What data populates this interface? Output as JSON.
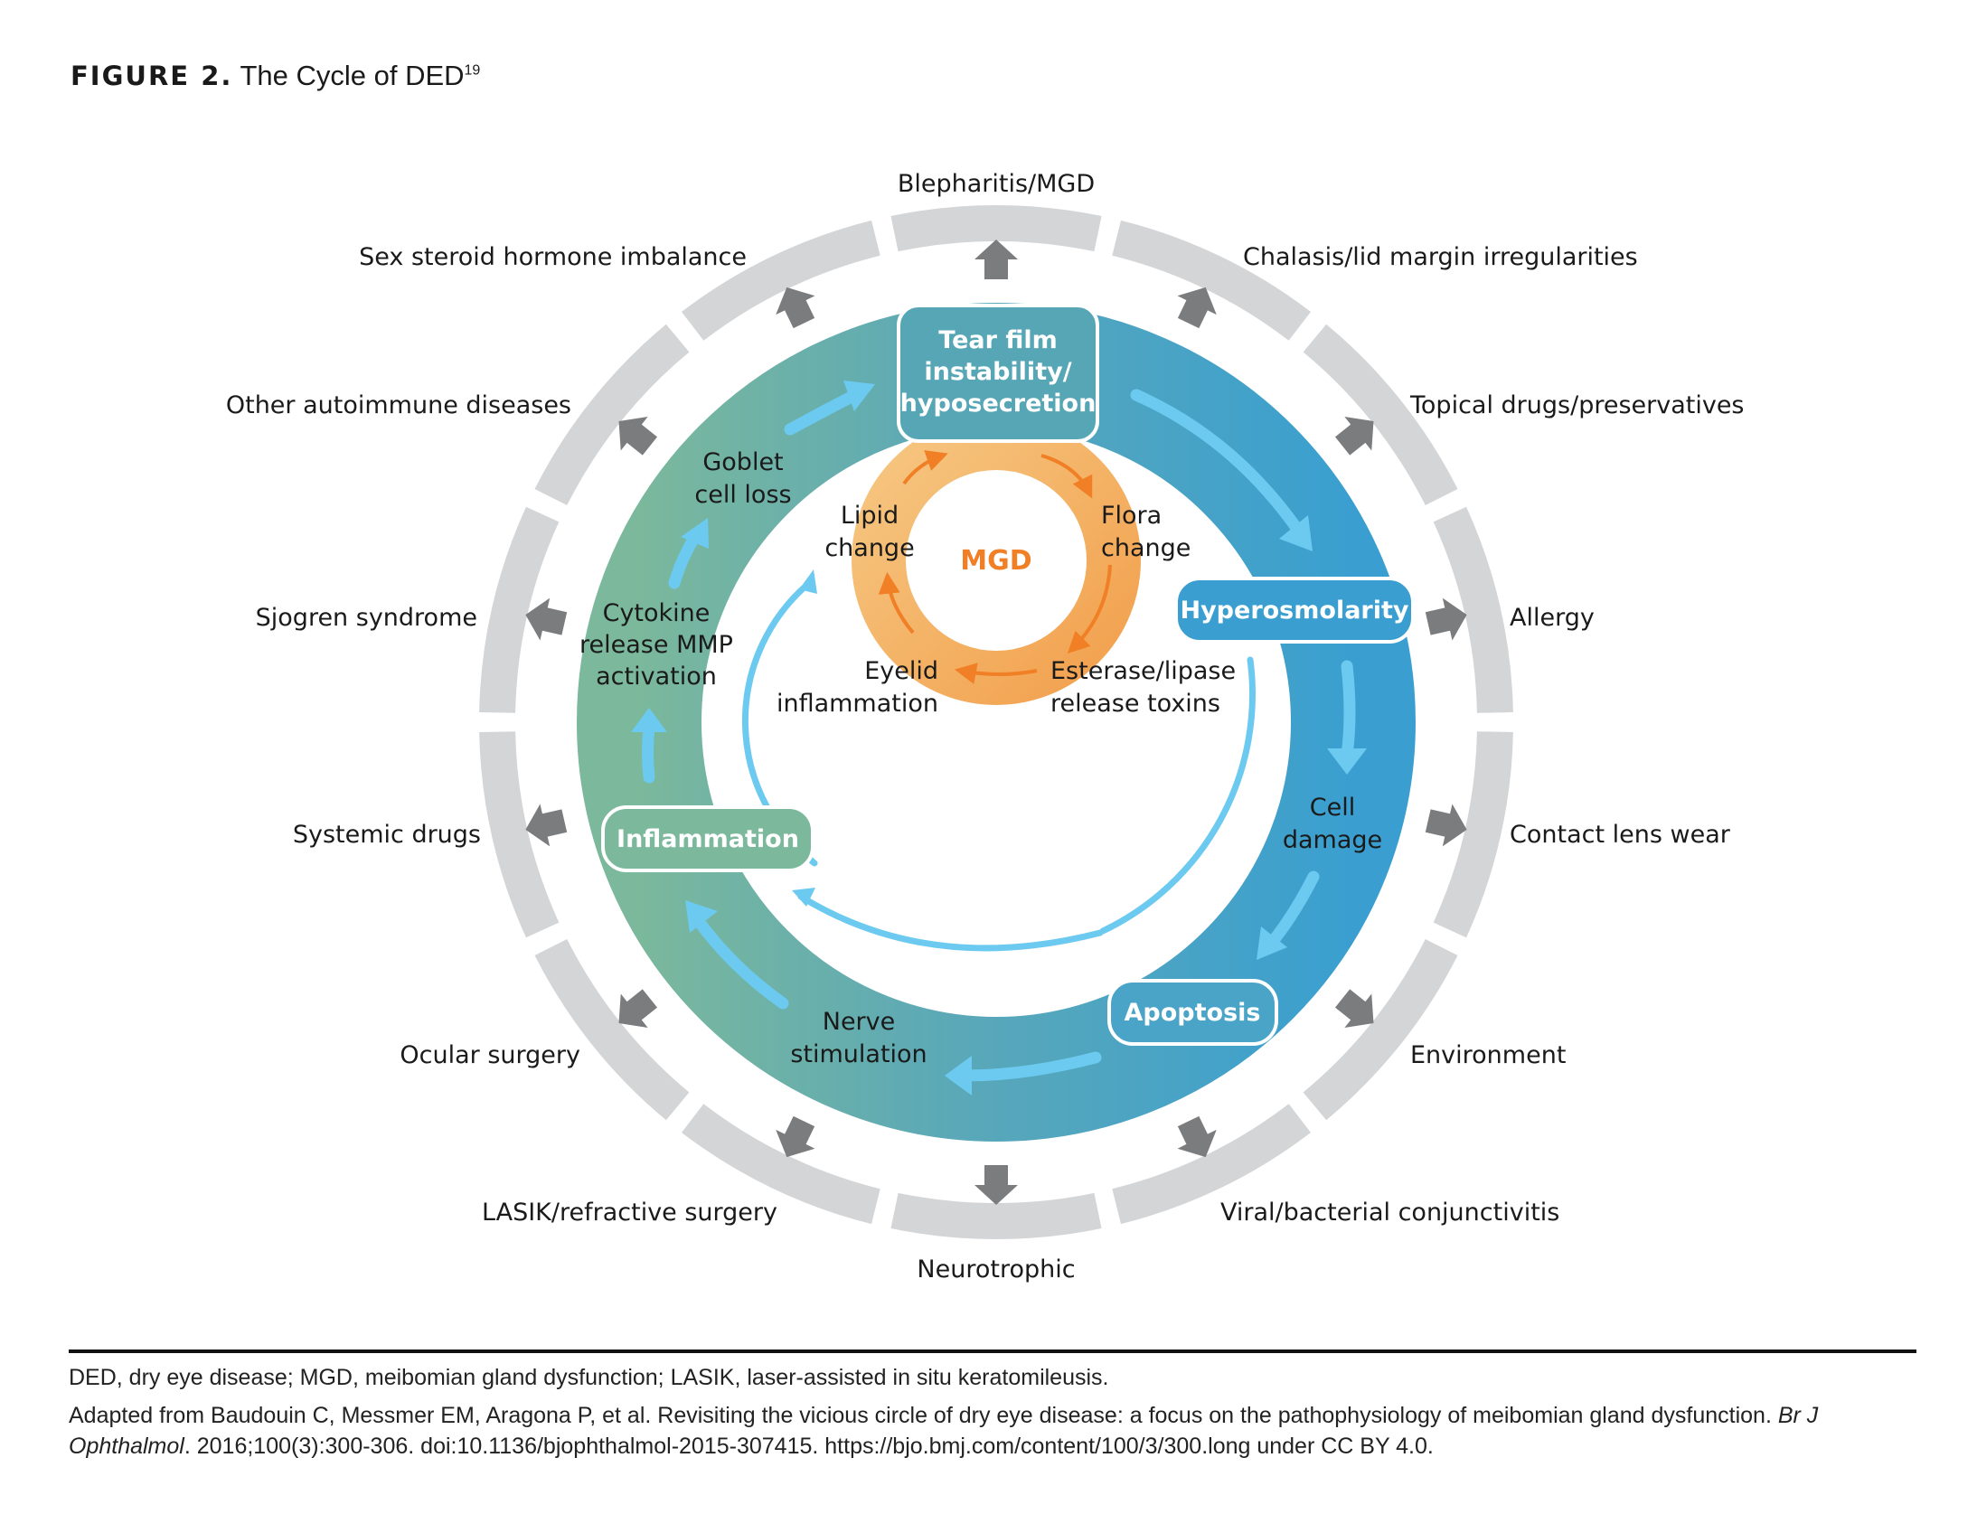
{
  "title": {
    "label": "FIGURE 2.",
    "text": "The Cycle of DED",
    "ref": "19"
  },
  "outer_factors": [
    "Blepharitis/MGD",
    "Chalasis/lid margin irregularities",
    "Topical drugs/preservatives",
    "Allergy",
    "Contact lens wear",
    "Environment",
    "Viral/bacterial conjunctivitis",
    "Neurotrophic",
    "LASIK/refractive surgery",
    "Ocular surgery",
    "Systemic drugs",
    "Sjogren syndrome",
    "Other autoimmune diseases",
    "Sex steroid hormone imbalance"
  ],
  "cycle": {
    "tear_film": [
      "Tear film",
      "instability/",
      "hyposecretion"
    ],
    "hyperosmolarity": "Hyperosmolarity",
    "cell_damage": [
      "Cell",
      "damage"
    ],
    "apoptosis": "Apoptosis",
    "nerve_stimulation": [
      "Nerve",
      "stimulation"
    ],
    "inflammation": "Inflammation",
    "cytokine": [
      "Cytokine",
      "release MMP",
      "activation"
    ],
    "goblet": [
      "Goblet",
      "cell loss"
    ]
  },
  "mgd": {
    "center": "MGD",
    "lipid": [
      "Lipid",
      "change"
    ],
    "flora": [
      "Flora",
      "change"
    ],
    "esterase": [
      "Esterase/lipase",
      "release toxins"
    ],
    "eyelid": [
      "Eyelid",
      "inflammation"
    ]
  },
  "caption": {
    "abbreviations": "DED, dry eye disease; MGD, meibomian gland dysfunction; LASIK, laser-assisted in situ keratomileusis.",
    "adapted_prefix": "Adapted from Baudouin C, Messmer EM, Aragona P, et al. Revisiting the vicious circle of dry eye disease: a focus on the pathophysiology of meibomian gland dysfunction. ",
    "journal": "Br J Ophthalmol",
    "adapted_suffix": ". 2016;100(3):300-306. doi:10.1136/bjophthalmol-2015-307415.  https://bjo.bmj.com/content/100/3/300.long under CC BY 4.0."
  },
  "colors": {
    "outer_ring": "#d4d5d7",
    "arrow_gray": "#7b7c7e",
    "ring_green": "#7bb89c",
    "ring_blue": "#3a9fd0",
    "light_blue": "#6ccaf0",
    "orange": "#f08a33",
    "orange_light": "#f6c27a",
    "mgd_text": "#f07f26"
  }
}
